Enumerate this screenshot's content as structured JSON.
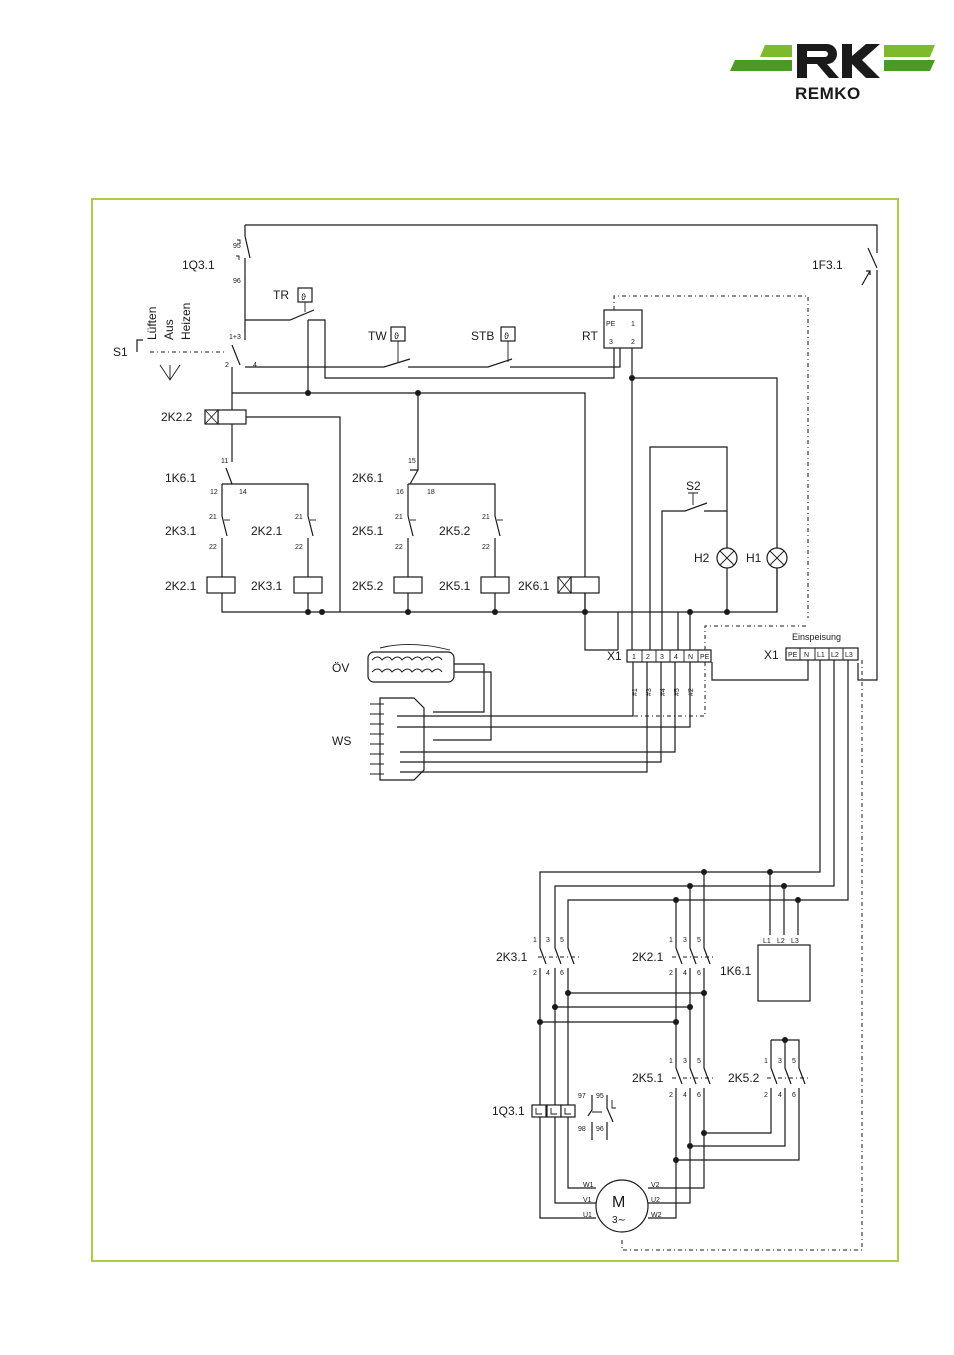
{
  "brand": {
    "name": "REMKO",
    "colors": {
      "green": "#7dbb2d",
      "green_dark": "#4a9a24",
      "frame": "#a8cf45",
      "black": "#1a1a1a"
    }
  },
  "diagram": {
    "components": {
      "q3": "1Q3.1",
      "f3": "1F3.1",
      "tr": "TR",
      "tw": "TW",
      "stb": "STB",
      "rt": "RT",
      "s1": "S1",
      "s1_positions": [
        "Lüften",
        "Aus",
        "Heizen"
      ],
      "k22": "2K2.2",
      "k61_contact": "1K6.1",
      "k61_aux": "2K6.1",
      "k31_contact": "2K3.1",
      "k21_contact": "2K2.1",
      "k51_contact": "2K5.1",
      "k52_contact": "2K5.2",
      "coil_k21": "2K2.1",
      "coil_k31": "2K3.1",
      "coil_k52": "2K5.2",
      "coil_k51": "2K5.1",
      "coil_k61": "2K6.1",
      "s2": "S2",
      "h1": "H1",
      "h2": "H2",
      "ov": "ÖV",
      "ws": "WS",
      "x1_left": "X1",
      "x1_right": "X1",
      "einspeisung": "Einspeisung",
      "main_k31": "2K3.1",
      "main_k21": "2K2.1",
      "main_k61": "1K6.1",
      "main_k51": "2K5.1",
      "main_k52": "2K5.2",
      "main_q3": "1Q3.1",
      "motor": "M",
      "motor_phase": "3∼"
    },
    "terminals_left": [
      "1",
      "2",
      "3",
      "4",
      "N",
      "PE"
    ],
    "terminals_right": [
      "PE",
      "N",
      "L1",
      "L2",
      "L3"
    ],
    "wire_marks": [
      "#1",
      "#3",
      "#4",
      "#5",
      "#2"
    ],
    "rt_pins": [
      "PE",
      "1",
      "3",
      "2"
    ],
    "pins": {
      "q3_95": "95",
      "q3_96": "96",
      "s1_13": "1+3",
      "s1_2": "2",
      "s1_4": "4",
      "c11": "11",
      "c12": "12",
      "c14": "14",
      "c15": "15",
      "c16": "16",
      "c18": "18",
      "c21": "21",
      "c22": "22",
      "p1": "1",
      "p2": "2",
      "p3": "3",
      "p4": "4",
      "p5": "5",
      "p6": "6",
      "ml1": "L1",
      "ml2": "L2",
      "ml3": "L3",
      "q97": "97",
      "q95": "95",
      "q98": "98",
      "q96": "96",
      "w1": "W1",
      "v2": "V2",
      "v1": "V1",
      "u2": "U2",
      "u1": "U1",
      "w2": "W2"
    }
  }
}
